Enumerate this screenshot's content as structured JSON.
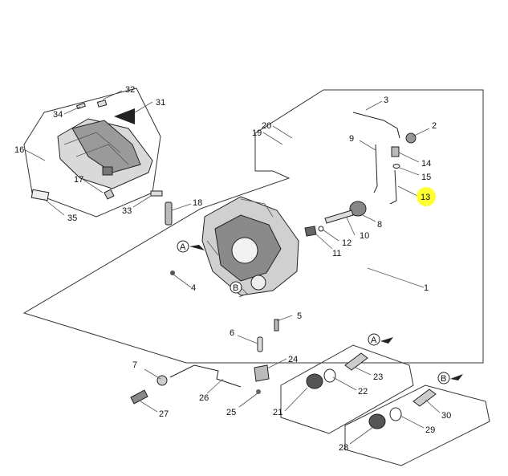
{
  "diagram": {
    "highlight_color": "#ffff33",
    "highlighted_part": "13",
    "callouts": {
      "p1": "1",
      "p2": "2",
      "p3": "3",
      "p4": "4",
      "p5": "5",
      "p6": "6",
      "p7": "7",
      "p8": "8",
      "p9": "9",
      "p10": "10",
      "p11": "11",
      "p12": "12",
      "p13": "13",
      "p14": "14",
      "p15": "15",
      "p16": "16",
      "p17": "17",
      "p18": "18",
      "p19": "19",
      "p20": "20",
      "p21": "21",
      "p22": "22",
      "p23": "23",
      "p24": "24",
      "p25": "25",
      "p26": "26",
      "p27": "27",
      "p28": "28",
      "p29": "29",
      "p30": "30",
      "p31": "31",
      "p32": "32",
      "p33": "33",
      "p34": "34",
      "p35": "35"
    },
    "view_markers": {
      "a": "A",
      "b": "B"
    }
  }
}
